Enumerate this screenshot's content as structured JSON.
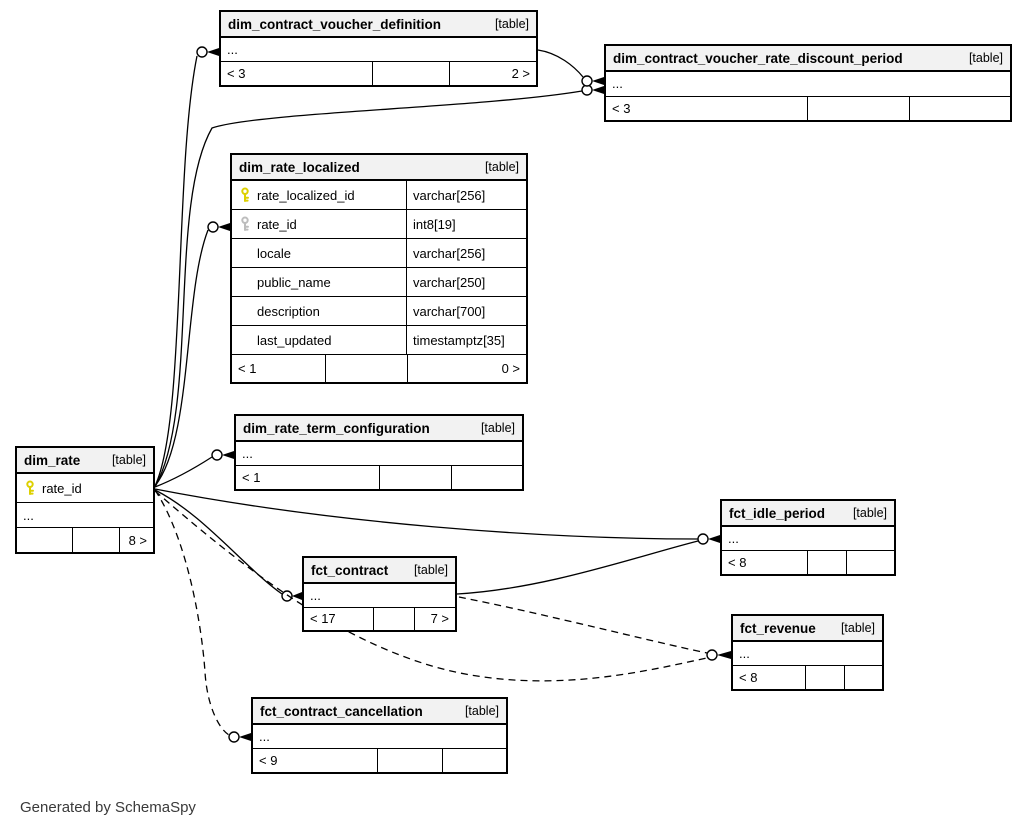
{
  "page": {
    "footer_note": "Generated by SchemaSpy"
  },
  "colors": {
    "line": "#000000",
    "header_bg": "#f2f2f2",
    "primary_key": "#ddd000",
    "foreign_key": "#bdbdbd"
  },
  "tables": {
    "dim_contract_voucher_definition": {
      "name": "dim_contract_voucher_definition",
      "type_label": "[table]",
      "collapsed_columns": "...",
      "footer": {
        "left": "< 3",
        "mid": "",
        "right": "2 >"
      }
    },
    "dim_contract_voucher_rate_discount_period": {
      "name": "dim_contract_voucher_rate_discount_period",
      "type_label": "[table]",
      "collapsed_columns": "...",
      "footer": {
        "left": "< 3",
        "mid": "",
        "right": ""
      }
    },
    "dim_rate_localized": {
      "name": "dim_rate_localized",
      "type_label": "[table]",
      "columns": [
        {
          "name": "rate_localized_id",
          "type": "varchar[256]",
          "key": "primary"
        },
        {
          "name": "rate_id",
          "type": "int8[19]",
          "key": "foreign"
        },
        {
          "name": "locale",
          "type": "varchar[256]",
          "key": ""
        },
        {
          "name": "public_name",
          "type": "varchar[250]",
          "key": ""
        },
        {
          "name": "description",
          "type": "varchar[700]",
          "key": ""
        },
        {
          "name": "last_updated",
          "type": "timestamptz[35]",
          "key": ""
        }
      ],
      "footer": {
        "left": "< 1",
        "mid": "",
        "right": "0 >"
      }
    },
    "dim_rate_term_configuration": {
      "name": "dim_rate_term_configuration",
      "type_label": "[table]",
      "collapsed_columns": "...",
      "footer": {
        "left": "< 1",
        "mid": "",
        "right": ""
      }
    },
    "dim_rate": {
      "name": "dim_rate",
      "type_label": "[table]",
      "columns": [
        {
          "name": "rate_id",
          "type": "",
          "key": "primary"
        }
      ],
      "collapsed_columns": "...",
      "footer": {
        "left": "",
        "mid": "",
        "right": "8 >"
      }
    },
    "fct_idle_period": {
      "name": "fct_idle_period",
      "type_label": "[table]",
      "collapsed_columns": "...",
      "footer": {
        "left": "< 8",
        "mid": "",
        "right": ""
      }
    },
    "fct_contract": {
      "name": "fct_contract",
      "type_label": "[table]",
      "collapsed_columns": "...",
      "footer": {
        "left": "< 17",
        "mid": "",
        "right": "7 >"
      }
    },
    "fct_revenue": {
      "name": "fct_revenue",
      "type_label": "[table]",
      "collapsed_columns": "...",
      "footer": {
        "left": "< 8",
        "mid": "",
        "right": ""
      }
    },
    "fct_contract_cancellation": {
      "name": "fct_contract_cancellation",
      "type_label": "[table]",
      "collapsed_columns": "...",
      "footer": {
        "left": "< 9",
        "mid": "",
        "right": ""
      }
    }
  },
  "relationships": [
    {
      "from": "dim_rate",
      "to": "dim_contract_voucher_definition",
      "style": "solid"
    },
    {
      "from": "dim_rate",
      "to": "dim_contract_voucher_rate_discount_period",
      "style": "solid"
    },
    {
      "from": "dim_contract_voucher_definition",
      "to": "dim_contract_voucher_rate_discount_period",
      "style": "solid"
    },
    {
      "from": "dim_rate",
      "to": "dim_rate_localized",
      "style": "solid"
    },
    {
      "from": "dim_rate",
      "to": "dim_rate_term_configuration",
      "style": "solid"
    },
    {
      "from": "dim_rate",
      "to": "fct_contract",
      "style": "solid"
    },
    {
      "from": "dim_rate",
      "to": "fct_idle_period",
      "style": "solid"
    },
    {
      "from": "fct_contract",
      "to": "fct_idle_period",
      "style": "solid"
    },
    {
      "from": "fct_contract",
      "to": "fct_revenue",
      "style": "dashed"
    },
    {
      "from": "dim_rate",
      "to": "fct_revenue",
      "style": "dashed"
    },
    {
      "from": "dim_rate",
      "to": "fct_contract_cancellation",
      "style": "dashed"
    }
  ]
}
